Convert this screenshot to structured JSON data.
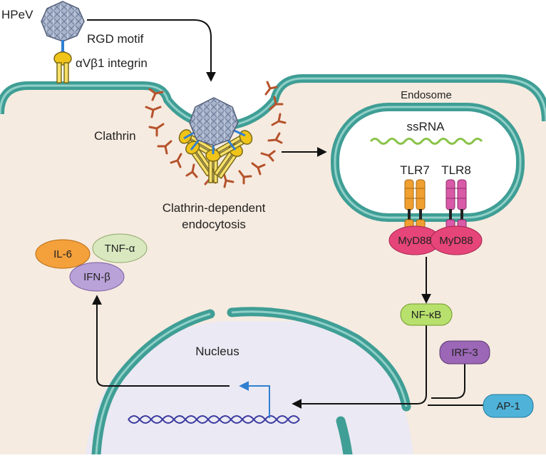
{
  "labels": {
    "virus": "HPeV",
    "motif": "RGD motif",
    "integrin": "αVβ1 integrin",
    "clathrin": "Clathrin",
    "endocytosis_line1": "Clathrin-dependent",
    "endocytosis_line2": "endocytosis",
    "endosome": "Endosome",
    "ssrna": "ssRNA",
    "tlr7": "TLR7",
    "tlr8": "TLR8",
    "myd88_a": "MyD88",
    "myd88_b": "MyD88",
    "nfkb": "NF-κB",
    "irf3": "IRF-3",
    "ap1": "AP-1",
    "nucleus": "Nucleus",
    "il6": "IL-6",
    "tnfa": "TNF-α",
    "ifnb": "IFN-β"
  },
  "colors": {
    "membrane": "#3f9e95",
    "membrane_light": "#8fd0c8",
    "cytoplasm": "#f6ebe0",
    "nucleus": "#ebe9f3",
    "clathrin": "#b5532c",
    "ssrna": "#8bc34a",
    "tlr7": "#f0a030",
    "tlr8": "#d95aa8",
    "myd88": "#e6457a",
    "nfkb": "#b7e06d",
    "irf3": "#9b67b6",
    "ap1": "#4fb3d9",
    "il6": "#f4a03b",
    "tnfa": "#d9e8bf",
    "ifnb": "#b9a2d8",
    "dna": "#3a3aa0",
    "arrow_blue": "#2f7fd1"
  }
}
